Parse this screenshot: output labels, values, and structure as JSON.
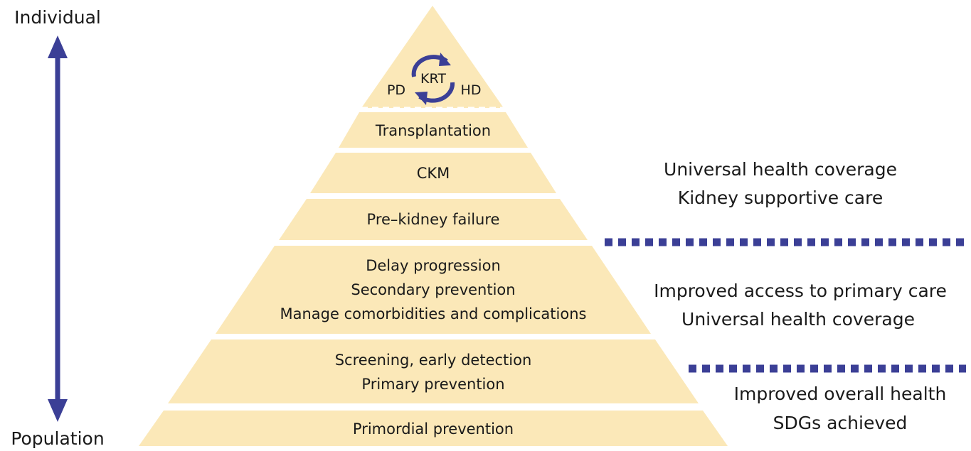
{
  "colors": {
    "tier_fill": "#fbe8b8",
    "accent": "#3b3f96",
    "background": "#ffffff",
    "text": "#1a1a1a"
  },
  "axis": {
    "top_label": "Individual",
    "bottom_label": "Population",
    "arrow": "double-headed-vertical-arrow"
  },
  "apex": {
    "center_label": "KRT",
    "left_label": "PD",
    "right_label": "HD",
    "icon": "cycle-arrows-icon"
  },
  "tiers": [
    {
      "id": "transplantation",
      "lines": [
        "Transplantation"
      ]
    },
    {
      "id": "ckm",
      "lines": [
        "CKM"
      ]
    },
    {
      "id": "pre-kidney-failure",
      "lines": [
        "Pre–kidney failure"
      ]
    },
    {
      "id": "delay-progression",
      "lines": [
        "Delay progression",
        "Secondary prevention",
        "Manage comorbidities and complications"
      ]
    },
    {
      "id": "screening",
      "lines": [
        "Screening, early detection",
        "Primary prevention"
      ]
    },
    {
      "id": "primordial",
      "lines": [
        "Primordial prevention"
      ]
    }
  ],
  "side_notes": [
    {
      "id": "upper",
      "lines": [
        "Universal health coverage",
        "Kidney supportive care"
      ]
    },
    {
      "id": "middle",
      "lines": [
        "Improved access to primary care",
        "Universal health coverage"
      ]
    },
    {
      "id": "lower",
      "lines": [
        "Improved overall health",
        "SDGs achieved"
      ]
    }
  ]
}
